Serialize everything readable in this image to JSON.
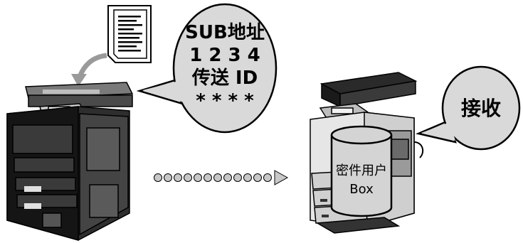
{
  "sender_bubble": {
    "line1": "SUB地址",
    "line2": "1 2 3 4",
    "line3": "传送 ID",
    "line4": "* * * *"
  },
  "receiver_bubble": {
    "text": "接收"
  },
  "box_cylinder": {
    "line1": "密件用户",
    "line2": "Box"
  },
  "colors": {
    "bubble_fill": "#d9d9d9",
    "cylinder_fill": "#d4d4d4",
    "arrow_dots": "#c8c8c8",
    "outline": "#000000"
  }
}
